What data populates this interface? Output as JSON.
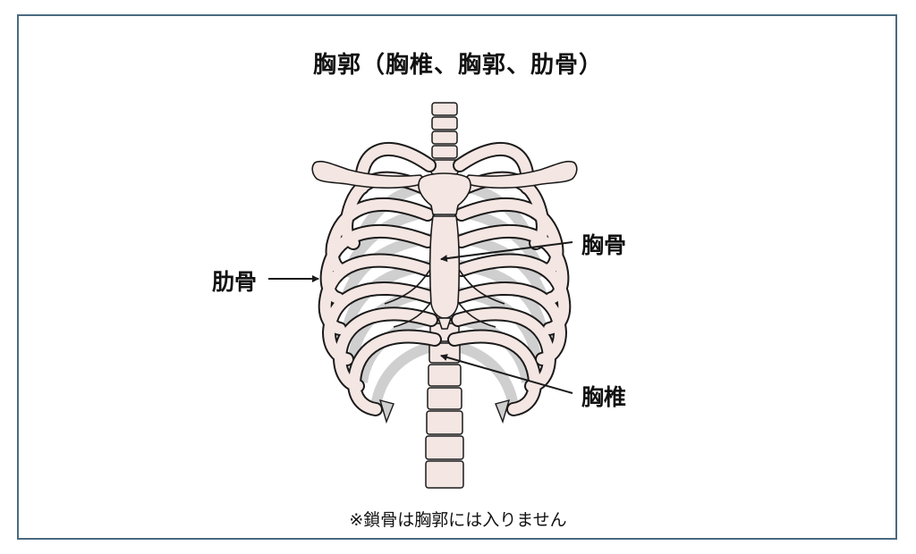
{
  "title": "胸郭（胸椎、胸郭、肋骨）",
  "labels": {
    "rib": "肋骨",
    "sternum": "胸骨",
    "vertebra": "胸椎"
  },
  "note": "※鎖骨は胸郭には入りません",
  "colors": {
    "frame": "#4a6a82",
    "bone": "#f4e6e2",
    "bone_shadow": "#cfcfcf",
    "outline": "#1a1a1a"
  }
}
